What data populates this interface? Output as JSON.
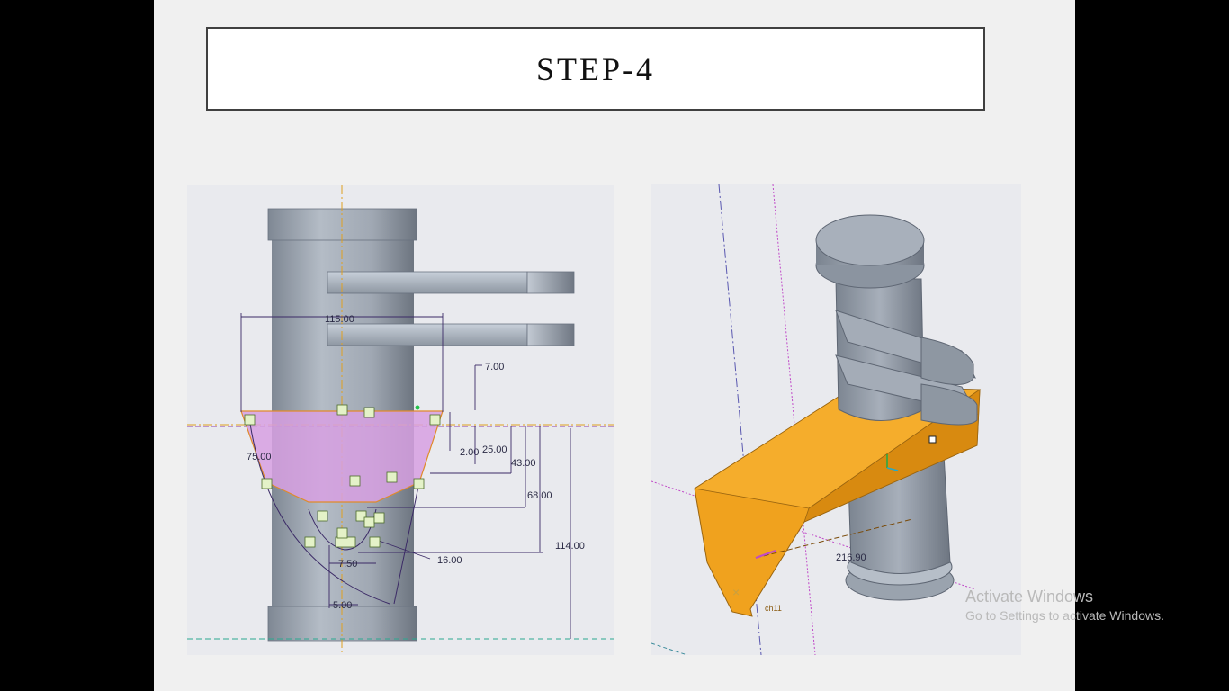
{
  "slide": {
    "title": "STEP-4"
  },
  "sketch_view": {
    "dimensions": {
      "d115": "115.00",
      "d7": "7.00",
      "d75": "75.00",
      "d2": "2.00",
      "d25": "25.00",
      "d43": "43.00",
      "d68": "68.00",
      "d114": "114.00",
      "d16": "16.00",
      "d7_50": "7.50",
      "d5": "5.00"
    }
  },
  "model_view": {
    "dimension": "216.90",
    "label": "ch11"
  },
  "watermark": {
    "line1": "Activate Windows",
    "line2": "Go to Settings to activate Windows."
  },
  "colors": {
    "background": "#000000",
    "slide": "#f0f0f0",
    "sketch_fill": "#d8a6e0",
    "feature_orange": "#f0a21e",
    "part_grey": "#9aa3ae"
  }
}
